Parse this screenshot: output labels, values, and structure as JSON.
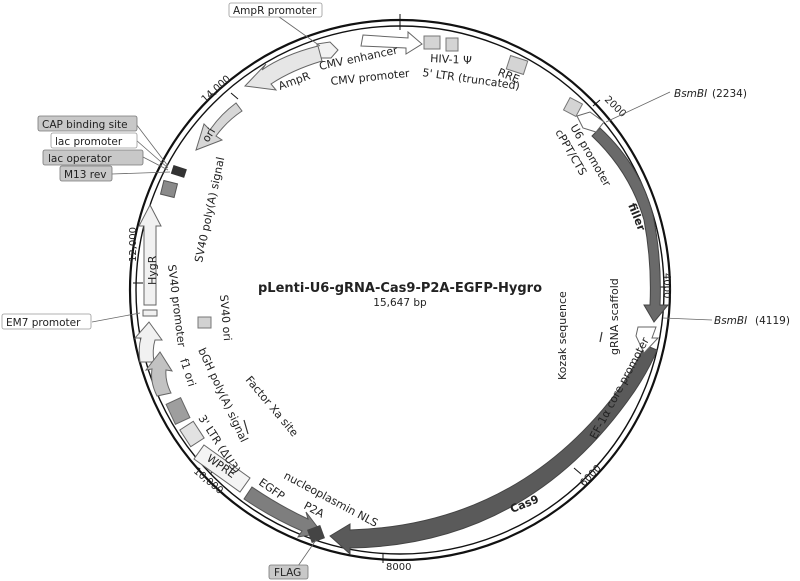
{
  "title": "pLenti-U6-gRNA-Cas9-P2A-EGFP-Hygro",
  "size": "15,647 bp",
  "ticks": [
    "2000",
    "4000",
    "6000",
    "8000",
    "10,000",
    "12,000",
    "14,000"
  ],
  "boxed_labels": {
    "ampr_promoter": "AmpR promoter",
    "cap": "CAP binding site",
    "lac_promoter": "lac promoter",
    "lac_operator": "lac operator",
    "m13": "M13 rev",
    "em7": "EM7 promoter",
    "flag": "FLAG"
  },
  "sites": {
    "bsmbi1_name": "BsmBI",
    "bsmbi1_pos": "(2234)",
    "bsmbi2_name": "BsmBI",
    "bsmbi2_pos": "(4119)"
  },
  "features": {
    "ampr": "AmpR",
    "cmv_enh": "CMV enhancer",
    "cmv_prom": "CMV promoter",
    "hiv": "HIV-1 Ψ",
    "ltr5": "5' LTR (truncated)",
    "rre": "RRE",
    "u6": "U6 promoter",
    "cppt": "cPPT/CTS",
    "filler": "filler",
    "gscaf": "gRNA scaffold",
    "kozak": "Kozak sequence",
    "ef1a": "EF-1α core promoter",
    "cas9": "Cas9",
    "np_nls": "nucleoplasmin NLS",
    "p2a": "P2A",
    "egfp": "EGFP",
    "wpre": "WPRE",
    "ltr3": "3' LTR (ΔU3)",
    "factor_xa": "Factor Xa site",
    "bgh": "bGH poly(A) signal",
    "f1": "f1 ori",
    "sv40_prom": "SV40 promoter",
    "sv40_ori": "SV40 ori",
    "hygr": "HygR",
    "sv40_pa": "SV40 poly(A) signal",
    "ori": "ori"
  },
  "colors": {
    "dark_feature": "#5a5a5a",
    "light_feature": "#e2e2e2",
    "mid_feature": "#9c9c9c",
    "outline": "#666666"
  }
}
